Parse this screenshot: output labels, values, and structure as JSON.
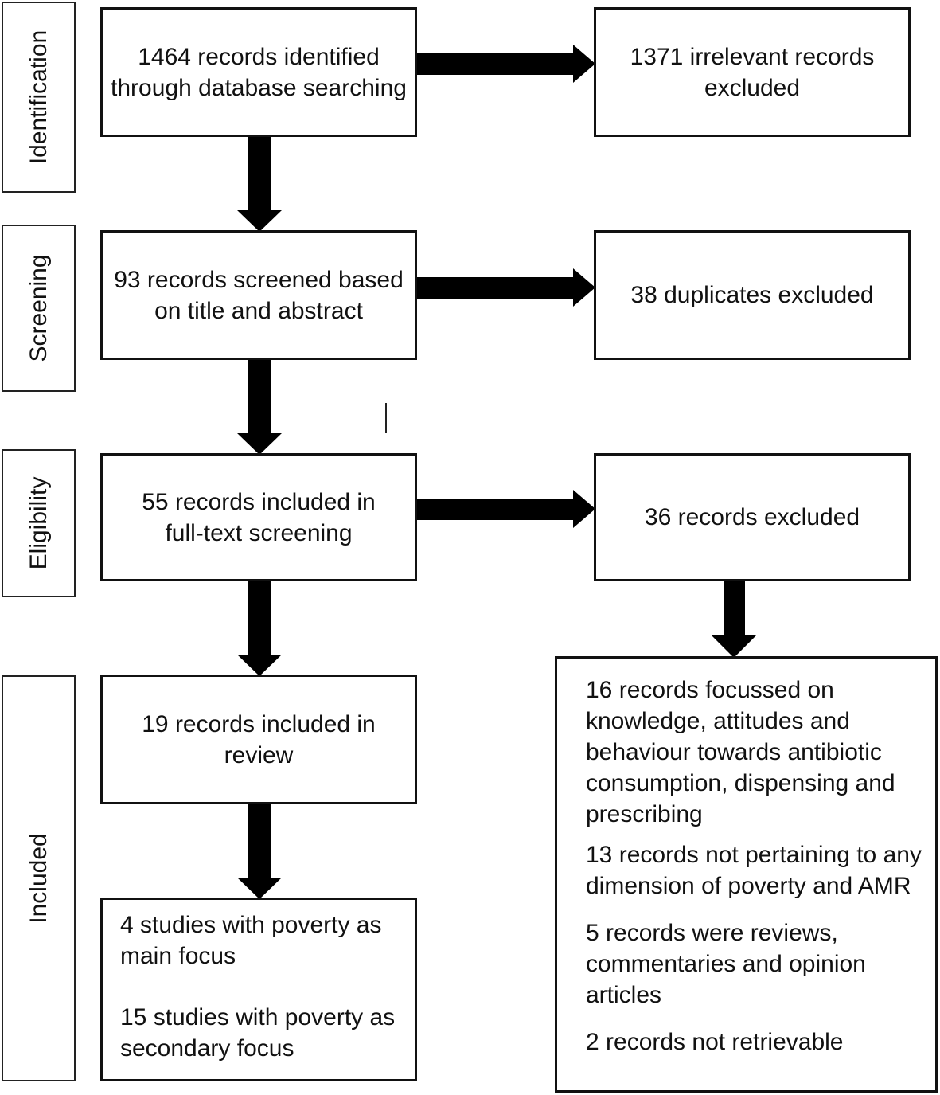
{
  "stages": {
    "identification": "Identification",
    "screening": "Screening",
    "eligibility": "Eligibility",
    "included": "Included"
  },
  "boxes": {
    "identified": "1464 records identified through database searching",
    "irrelevant": "1371 irrelevant records excluded",
    "screened": "93 records screened based on title and abstract",
    "duplicates": "38 duplicates excluded",
    "fulltext": "55 records included in full-text screening",
    "excluded": "36 records excluded",
    "included_review": "19 records included in review",
    "studies": [
      "4 studies with poverty as main focus",
      "15 studies with poverty as secondary focus"
    ],
    "exclusion_reasons": [
      "16 records focussed on knowledge, attitudes and behaviour towards antibiotic consumption, dispensing and prescribing",
      "13 records not pertaining to any dimension of poverty and AMR",
      "5 records were reviews, commentaries and opinion articles",
      "2 records not retrievable"
    ]
  }
}
